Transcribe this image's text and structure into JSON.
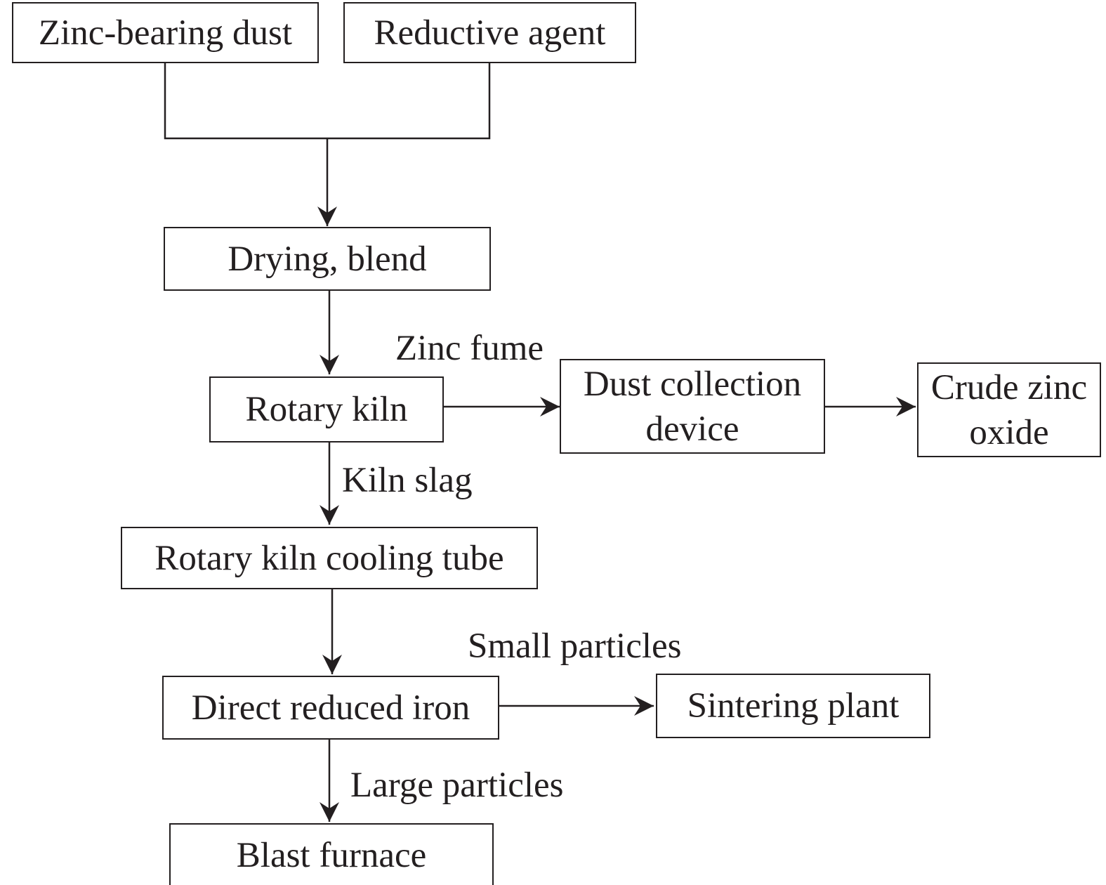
{
  "nodes": {
    "zinc_dust": "Zinc-bearing dust",
    "reductive_agent": "Reductive agent",
    "drying_blend": "Drying, blend",
    "rotary_kiln": "Rotary kiln",
    "dust_collection_line1": "Dust collection",
    "dust_collection_line2": "device",
    "crude_zinc_line1": "Crude zinc",
    "crude_zinc_line2": "oxide",
    "cooling_tube": "Rotary kiln cooling tube",
    "dri": "Direct reduced iron",
    "sintering": "Sintering plant",
    "blast_furnace": "Blast furnace"
  },
  "edge_labels": {
    "zinc_fume": "Zinc fume",
    "kiln_slag": "Kiln slag",
    "small_particles": "Small particles",
    "large_particles": "Large particles"
  },
  "colors": {
    "stroke": "#231f20",
    "background": "#ffffff"
  }
}
